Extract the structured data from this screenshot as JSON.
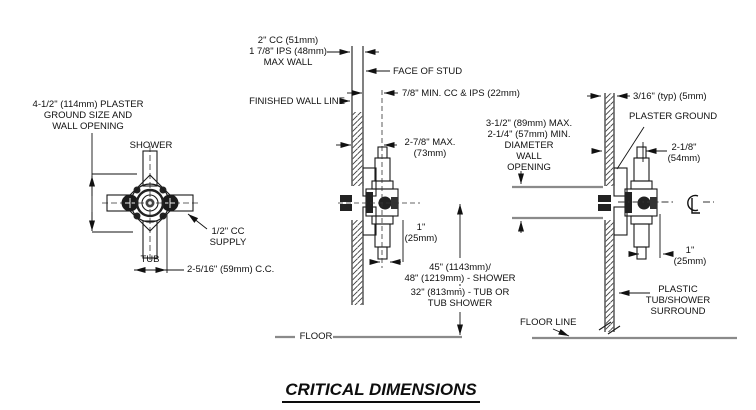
{
  "title": "CRITICAL DIMENSIONS",
  "colors": {
    "line": "#1a1a1a",
    "floor_line": "#8a8a8a",
    "text": "#111111"
  },
  "figures": {
    "front_view": {
      "plaster_ground": "4-1/2\" (114mm) PLASTER\nGROUND SIZE AND\nWALL OPENING",
      "shower": "SHOWER",
      "tub": "TUB",
      "supply": "1/2\" CC\nSUPPLY",
      "center_to_center": "2-5/16\" (59mm) C.C."
    },
    "stud_section": {
      "max_wall": "2\" CC (51mm)\n1 7/8\" IPS (48mm)\nMAX WALL",
      "face_of_stud": "FACE OF STUD",
      "min_cc_ips": "7/8\" MIN. CC & IPS (22mm)",
      "finished_wall_line": "FINISHED WALL LINE",
      "max_depth": "2-7/8\" MAX.\n(73mm)",
      "inset": "1\"\n(25mm)",
      "height_shower": "45\" (1143mm)/\n48\" (1219mm) - SHOWER",
      "height_tub": "32\" (813mm) - TUB OR\nTUB SHOWER",
      "floor": "FLOOR"
    },
    "surround_section": {
      "panel_thickness": "3/16\" (typ) (5mm)",
      "plaster_ground": "PLASTER GROUND",
      "wall_opening": "3-1/2\" (89mm) MAX.\n2-1/4\" (57mm) MIN.\nDIAMETER\nWALL\nOPENING",
      "wall_to_center": "2-1/8\"\n(54mm)",
      "inset": "1\"\n(25mm)",
      "surround": "PLASTIC\nTUB/SHOWER\nSURROUND",
      "floor_line": "FLOOR LINE"
    }
  }
}
